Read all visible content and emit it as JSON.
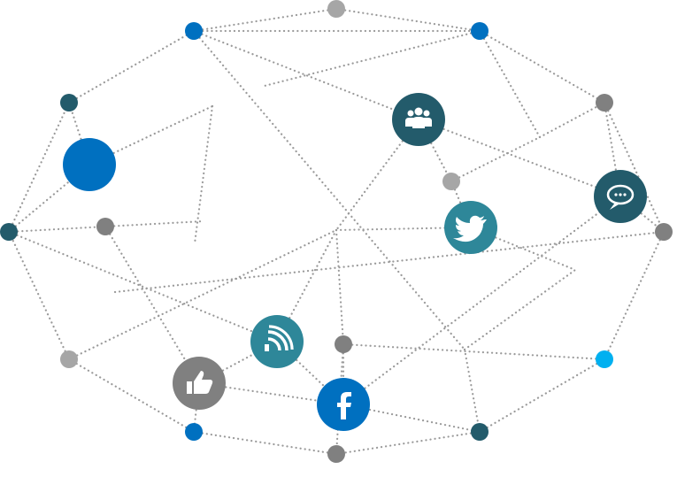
{
  "diagram": {
    "type": "social-network",
    "colors": {
      "edge": "#9a9a9a",
      "blue": "#0070c0",
      "dark_teal": "#235b6b",
      "teal": "#2e8799",
      "gray": "#808080",
      "light_gray": "#a6a6a6",
      "cyan": "#00b0f0"
    },
    "icon_nodes": [
      {
        "icon": "group-icon",
        "color": "dark_teal"
      },
      {
        "icon": "chat-bubble-icon",
        "color": "dark_teal"
      },
      {
        "icon": "twitter-bird-icon",
        "color": "teal"
      },
      {
        "icon": "rss-feed-icon",
        "color": "teal"
      },
      {
        "icon": "thumbs-up-icon",
        "color": "gray"
      },
      {
        "icon": "facebook-icon",
        "color": "blue"
      }
    ]
  }
}
